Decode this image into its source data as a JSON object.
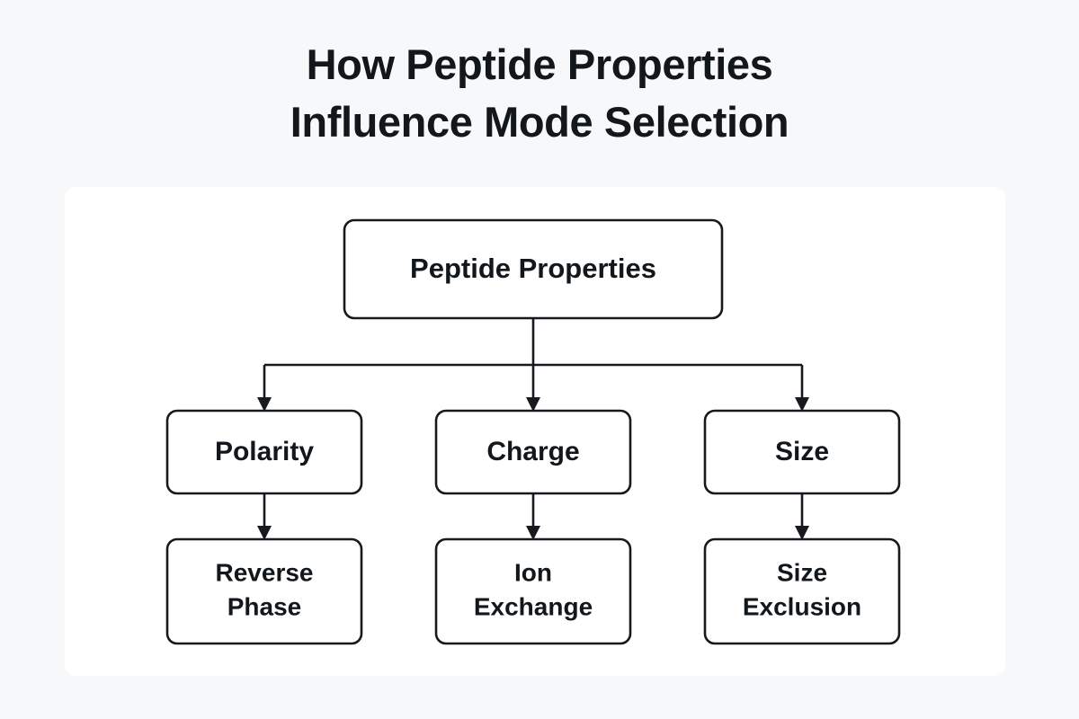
{
  "page": {
    "background_color": "#f7f8fa",
    "title_lines": [
      "How Peptide Properties",
      "Influence Mode Selection"
    ],
    "title_color": "#12171c"
  },
  "card": {
    "background_color": "#ffffff"
  },
  "chart_data": {
    "type": "diagram",
    "diagram_kind": "flowchart-tree",
    "title": "How Peptide Properties Influence Mode Selection",
    "node_stroke_color": "#16191d",
    "node_fill_color": "#ffffff",
    "nodes": [
      {
        "id": "root",
        "label": "Peptide Properties",
        "level": 0,
        "column": "center"
      },
      {
        "id": "polarity",
        "label": "Polarity",
        "level": 1,
        "column": "left"
      },
      {
        "id": "charge",
        "label": "Charge",
        "level": 1,
        "column": "center"
      },
      {
        "id": "size",
        "label": "Size",
        "level": 1,
        "column": "right"
      },
      {
        "id": "reverse-phase",
        "label_lines": [
          "Reverse",
          "Phase"
        ],
        "level": 2,
        "column": "left"
      },
      {
        "id": "ion-exchange",
        "label_lines": [
          "Ion",
          "Exchange"
        ],
        "level": 2,
        "column": "center"
      },
      {
        "id": "size-exclusion",
        "label_lines": [
          "Size",
          "Exclusion"
        ],
        "level": 2,
        "column": "right"
      }
    ],
    "edges": [
      {
        "from": "root",
        "to": "polarity",
        "style": "elbow",
        "arrow": true
      },
      {
        "from": "root",
        "to": "charge",
        "style": "straight",
        "arrow": true
      },
      {
        "from": "root",
        "to": "size",
        "style": "elbow",
        "arrow": true
      },
      {
        "from": "polarity",
        "to": "reverse-phase",
        "style": "straight",
        "arrow": true
      },
      {
        "from": "charge",
        "to": "ion-exchange",
        "style": "straight",
        "arrow": true
      },
      {
        "from": "size",
        "to": "size-exclusion",
        "style": "straight",
        "arrow": true
      }
    ],
    "labels": {
      "root": "Peptide Properties",
      "polarity": "Polarity",
      "charge": "Charge",
      "size": "Size",
      "reverse_phase_line1": "Reverse",
      "reverse_phase_line2": "Phase",
      "ion_exchange_line1": "Ion",
      "ion_exchange_line2": "Exchange",
      "size_exclusion_line1": "Size",
      "size_exclusion_line2": "Exclusion"
    }
  }
}
